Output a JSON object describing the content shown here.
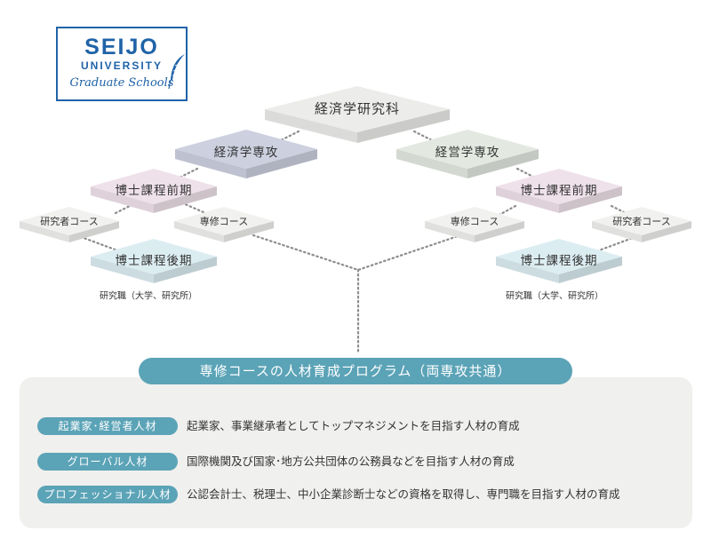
{
  "logo": {
    "line1": "SEIJO",
    "line2": "UNIVERSITY",
    "line3": "Graduate Schools"
  },
  "top_node": "経済学研究科",
  "left": {
    "major": "経済学専攻",
    "first_term": "博士課程前期",
    "researcher_course": "研究者コース",
    "special_course": "専修コース",
    "second_term": "博士課程後期",
    "career": "研究職（大学、研究所）"
  },
  "right": {
    "major": "経営学専攻",
    "first_term": "博士課程前期",
    "special_course": "専修コース",
    "researcher_course": "研究者コース",
    "second_term": "博士課程後期",
    "career": "研究職（大学、研究所）"
  },
  "program": {
    "title": "専修コースの人材育成プログラム（両専攻共通）",
    "rows": [
      {
        "label": "起業家･経営者人材",
        "text": "起業家、事業継承者としてトップマネジメントを目指す人材の育成"
      },
      {
        "label": "グローバル人材",
        "text": "国際機関及び国家･地方公共団体の公務員などを目指す人材の育成"
      },
      {
        "label": "プロフェッショナル人材",
        "text": "公認会計士、税理士、中小企業診断士などの資格を取得し、専門職を目指す人材の育成"
      }
    ]
  },
  "colors": {
    "top_face": "#ecedea",
    "econ_face": "#ccd0df",
    "mgmt_face": "#e3e9e1",
    "first_term_face": "#efe1ea",
    "second_term_face": "#dcedf2",
    "course_face": "#f1f1ef",
    "accent": "#5ba3b7",
    "logo_blue": "#1f63a8"
  }
}
